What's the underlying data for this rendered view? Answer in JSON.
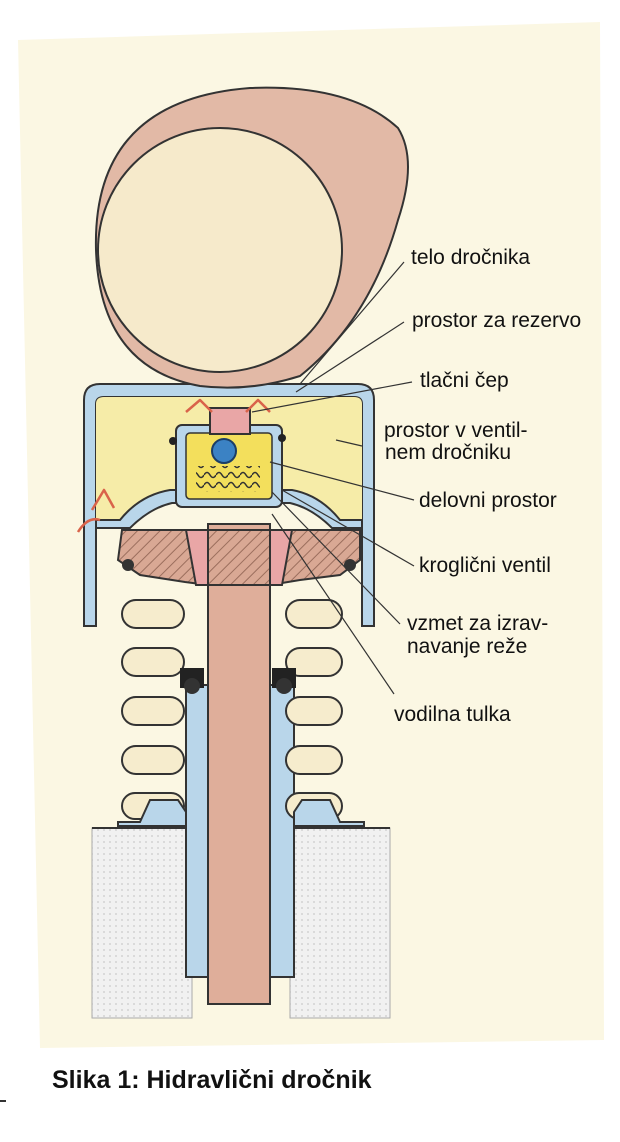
{
  "labels": {
    "telo": "telo dročnika",
    "rezervo": "prostor za rezervo",
    "cep": "tlačni čep",
    "ventil_1": "prostor v ventil-",
    "ventil_2": "nem dročniku",
    "delovni": "delovni prostor",
    "kroglicni": "kroglični ventil",
    "vzmet_1": "vzmet za izrav-",
    "vzmet_2": "navanje reže",
    "tulka": "vodilna tulka"
  },
  "caption": "Slika 1: Hidravlični dročnik",
  "colors": {
    "paper": "#fbf7e3",
    "cam": "#e2b9a6",
    "tappet_body": "#b9d6ea",
    "oil": "#f6eca8",
    "inner_oil": "#f3df5c",
    "valve_metal": "#d9a894",
    "ball": "#3b82c4",
    "head_block": "#f1f1f1",
    "arrow": "#d9634a"
  },
  "icons": {
    "ball": "ball-icon",
    "arrows": "oil-flow-arrow-icon"
  }
}
